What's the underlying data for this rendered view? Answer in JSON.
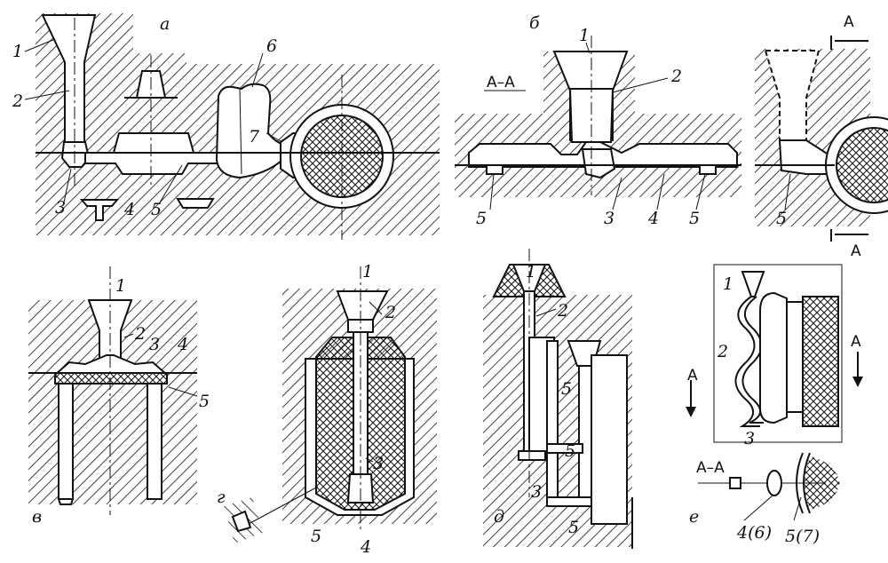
{
  "panels": {
    "a": {
      "letter": "а",
      "numbers": [
        "1",
        "2",
        "3",
        "4",
        "5",
        "6",
        "7"
      ]
    },
    "b": {
      "letter": "б",
      "section": "А–А",
      "numbers": [
        "1",
        "2",
        "3",
        "4",
        "5",
        "5",
        "5"
      ],
      "cut_marks": [
        "А",
        "А"
      ]
    },
    "v": {
      "letter": "в",
      "numbers": [
        "1",
        "2",
        "3",
        "4",
        "5"
      ]
    },
    "g": {
      "letter": "г",
      "numbers": [
        "1",
        "2",
        "3",
        "4",
        "5"
      ]
    },
    "d": {
      "letter": "д",
      "numbers": [
        "1",
        "2",
        "5",
        "5",
        "3",
        "5"
      ]
    },
    "e": {
      "letter": "е",
      "numbers": [
        "1",
        "2",
        "3",
        "4(6)",
        "5(7)"
      ],
      "section": "А–А",
      "cut_marks": [
        "А",
        "А"
      ]
    }
  },
  "colors": {
    "ink": "#111111",
    "paper": "#ffffff"
  }
}
